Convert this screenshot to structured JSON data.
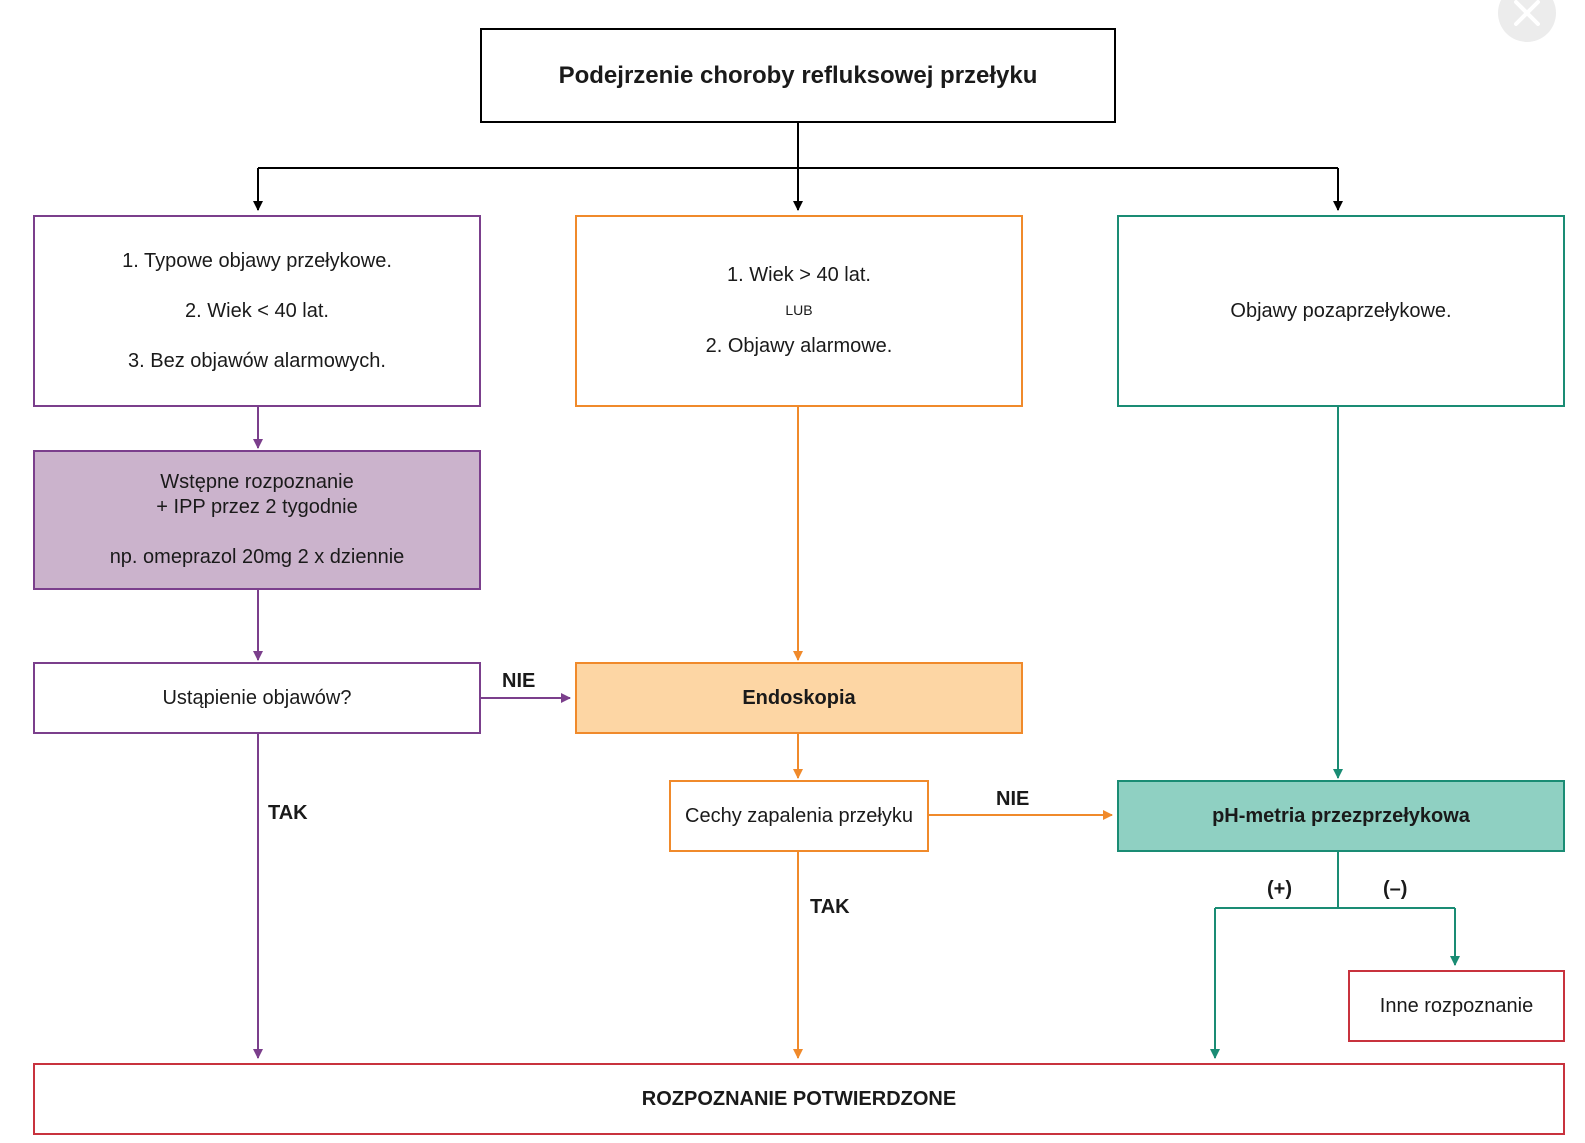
{
  "title": "Podejrzenie choroby refluksowej przełyku",
  "colors": {
    "black": "#000000",
    "purple": "#7b3f8c",
    "purple_fill": "#cbb3cc",
    "orange": "#f08a2b",
    "orange_fill": "#fdd6a4",
    "teal": "#1a8c74",
    "teal_fill": "#8fd0c2",
    "red": "#c8323e"
  },
  "left_branch": {
    "criteria": [
      "1. Typowe objawy przełykowe.",
      "2. Wiek < 40 lat.",
      "3. Bez objawów alarmowych."
    ],
    "treatment": {
      "line1": "Wstępne rozpoznanie",
      "line2": "+ IPP przez 2 tygodnie",
      "line3": "np. omeprazol 20mg 2 x dziennie"
    },
    "question": "Ustąpienie objawów?",
    "no_label": "NIE",
    "yes_label": "TAK"
  },
  "middle_branch": {
    "criteria_1": "1. Wiek > 40 lat.",
    "or_label": "LUB",
    "criteria_2": "2. Objawy alarmowe.",
    "endoscopy": "Endoskopia",
    "question": "Cechy zapalenia przełyku",
    "no_label": "NIE",
    "yes_label": "TAK"
  },
  "right_branch": {
    "criteria": "Objawy pozaprzełykowe.",
    "test": "pH-metria przezprzełykowa",
    "positive_label": "(+)",
    "negative_label": "(–)",
    "other": "Inne rozpoznanie"
  },
  "result": "ROZPOZNANIE POTWIERDZONE",
  "close_icon": "close-icon"
}
